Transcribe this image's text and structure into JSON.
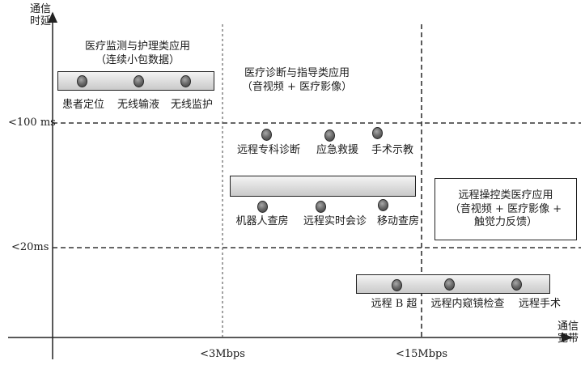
{
  "axes": {
    "y_title_line1": "通信",
    "y_title_line2": "时延",
    "x_title_line1": "通信",
    "x_title_line2": "宽带",
    "y_levels": [
      "<100 ms",
      "<20ms"
    ],
    "x_levels": [
      "<3Mbps",
      "<15Mbps"
    ]
  },
  "group1": {
    "title": "医疗监测与护理类应用",
    "subtitle": "（连续小包数据）",
    "items": [
      "患者定位",
      "无线输液",
      "无线监护"
    ]
  },
  "group2": {
    "title": "医疗诊断与指导类应用",
    "subtitle": "（音视频 + 医疗影像）",
    "row1_items": [
      "远程专科诊断",
      "应急救援",
      "手术示教"
    ],
    "row2_items": [
      "机器人查房",
      "远程实时会诊",
      "移动查房"
    ]
  },
  "group3": {
    "title": "远程操控类医疗应用",
    "subtitle_line1": "（音视频 + 医疗影像 +",
    "subtitle_line2": "触觉力反馈）"
  },
  "group4": {
    "items": [
      "远程 B 超",
      "远程内窥镜检查",
      "远程手术"
    ]
  },
  "colors": {
    "line": "#222222",
    "bar": "#dcdcdc",
    "dot": "#5a5a5a"
  }
}
